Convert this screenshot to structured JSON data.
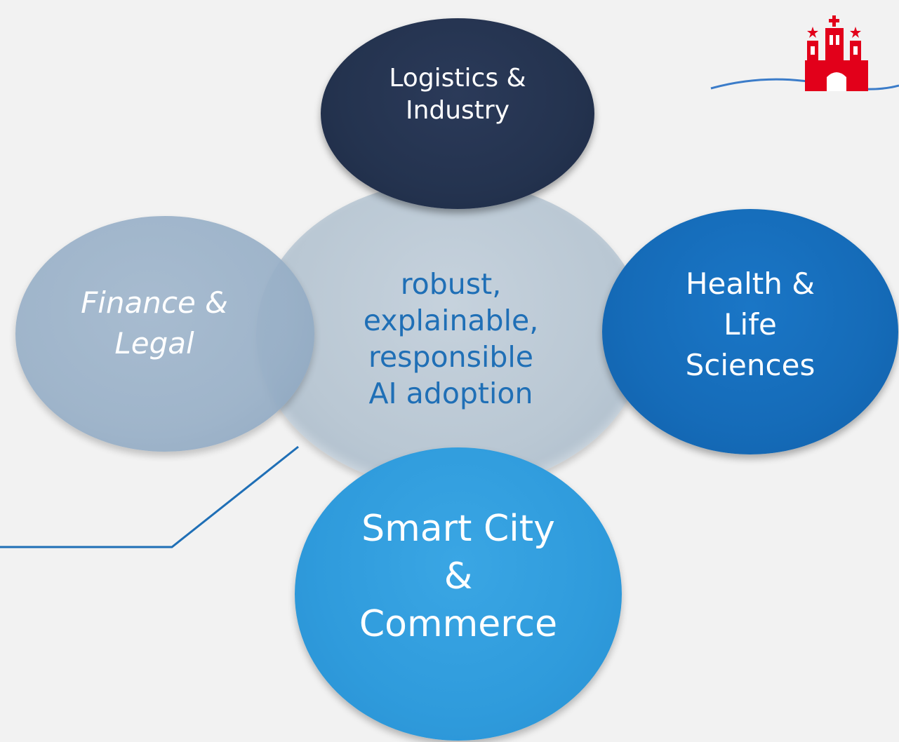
{
  "diagram": {
    "center": {
      "label": "robust,\nexplainable,\nresponsible\nAI adoption"
    },
    "nodes": [
      {
        "id": "logistics",
        "label": "Logistics &\nIndustry",
        "color": "#24334f"
      },
      {
        "id": "finance",
        "label": "Finance &\nLegal",
        "color": "#96aec6"
      },
      {
        "id": "health",
        "label": "Health &\nLife\nSciences",
        "color": "#156bb8"
      },
      {
        "id": "smartcity",
        "label": "Smart City\n&\nCommerce",
        "color": "#2f9bdc"
      }
    ],
    "colors": {
      "background": "#f2f2f2",
      "center_fill": "#b9c7d3",
      "center_text": "#1f6fb6",
      "connector_line": "#1f6fb6",
      "logo_red": "#e2001a",
      "logo_wave": "#3b7cc9"
    }
  },
  "logo": {
    "icon": "hamburg-castle-coat-of-arms"
  }
}
